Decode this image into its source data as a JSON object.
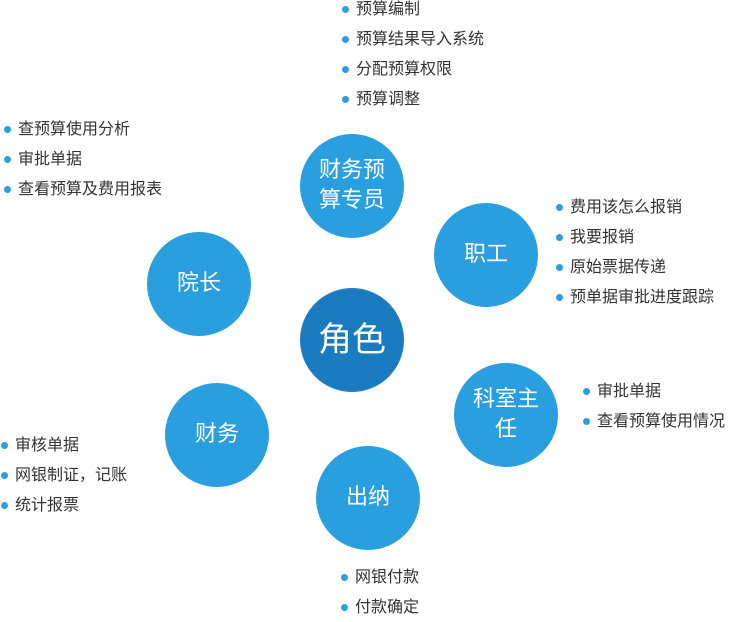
{
  "center": {
    "label": "角色"
  },
  "roles": {
    "finance_budget": {
      "label_line1": "财务预",
      "label_line2": "算专员",
      "tasks": [
        "预算编制",
        "预算结果导入系统",
        "分配预算权限",
        "预算调整"
      ]
    },
    "dean": {
      "label": "院长",
      "tasks": [
        "查预算使用分析",
        "审批单据",
        "查看预算及费用报表"
      ]
    },
    "employee": {
      "label": "职工",
      "tasks": [
        "费用该怎么报销",
        "我要报销",
        "原始票据传递",
        "预单据审批进度跟踪"
      ]
    },
    "dept_head": {
      "label_line1": "科室主",
      "label_line2": "任",
      "tasks": [
        "审批单据",
        "查看预算使用情况"
      ]
    },
    "finance": {
      "label": "财务",
      "tasks": [
        "审核单据",
        "网银制证，记账",
        "统计报票"
      ]
    },
    "cashier": {
      "label": "出纳",
      "tasks": [
        "网银付款",
        "付款确定"
      ]
    }
  },
  "colors": {
    "node": "#2a9fe0",
    "center": "#1a7bc1",
    "text": "#333333"
  }
}
